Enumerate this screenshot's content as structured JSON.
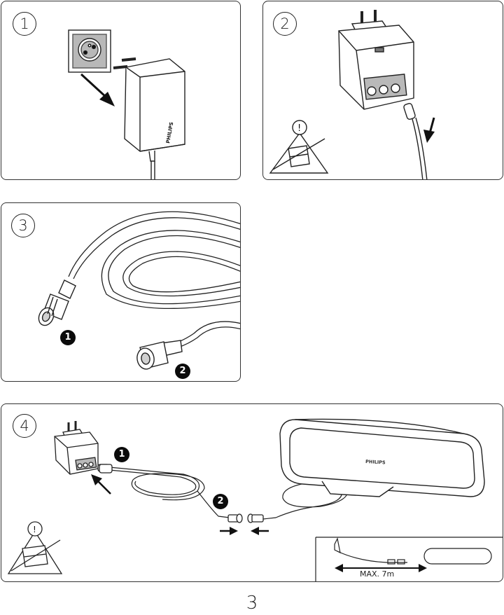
{
  "steps": [
    {
      "number": "1"
    },
    {
      "number": "2"
    },
    {
      "number": "3"
    },
    {
      "number": "4"
    }
  ],
  "brand": "PHILIPS",
  "callouts": {
    "step3": [
      "1",
      "2"
    ],
    "step4": [
      "1",
      "2"
    ]
  },
  "inset": {
    "max_length": "MAX. 7m"
  },
  "warning_symbol": "!",
  "page_number": "3",
  "icons": [
    "wall-socket-icon",
    "power-adapter-icon",
    "arrow-icon",
    "warning-triangle-icon",
    "cable-coil-icon",
    "connector-icon",
    "light-bar-icon"
  ]
}
